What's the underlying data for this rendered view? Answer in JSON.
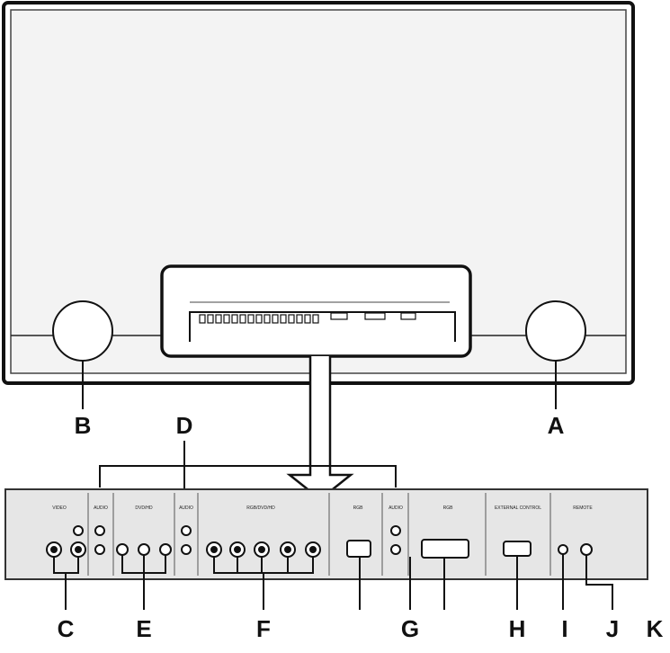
{
  "callouts": {
    "A": "A",
    "B": "B",
    "C": "C",
    "D": "D",
    "E": "E",
    "F": "F",
    "G": "G",
    "H": "H",
    "I": "I",
    "J": "J",
    "K": "K"
  },
  "panel_labels": {
    "video": "VIDEO",
    "audio1": "AUDIO",
    "dvd_hd1": "DVD/HD",
    "audio2": "AUDIO",
    "rgb_dvd_hd2": "RGB/DVD/HD",
    "rgb1": "RGB",
    "audio3": "AUDIO",
    "rgb2": "RGB",
    "external_control": "EXTERNAL CONTROL",
    "remote": "REMOTE"
  },
  "colors": {
    "line": "#111111",
    "panel": "#e6e6e6",
    "screen": "#f2f2f2"
  }
}
